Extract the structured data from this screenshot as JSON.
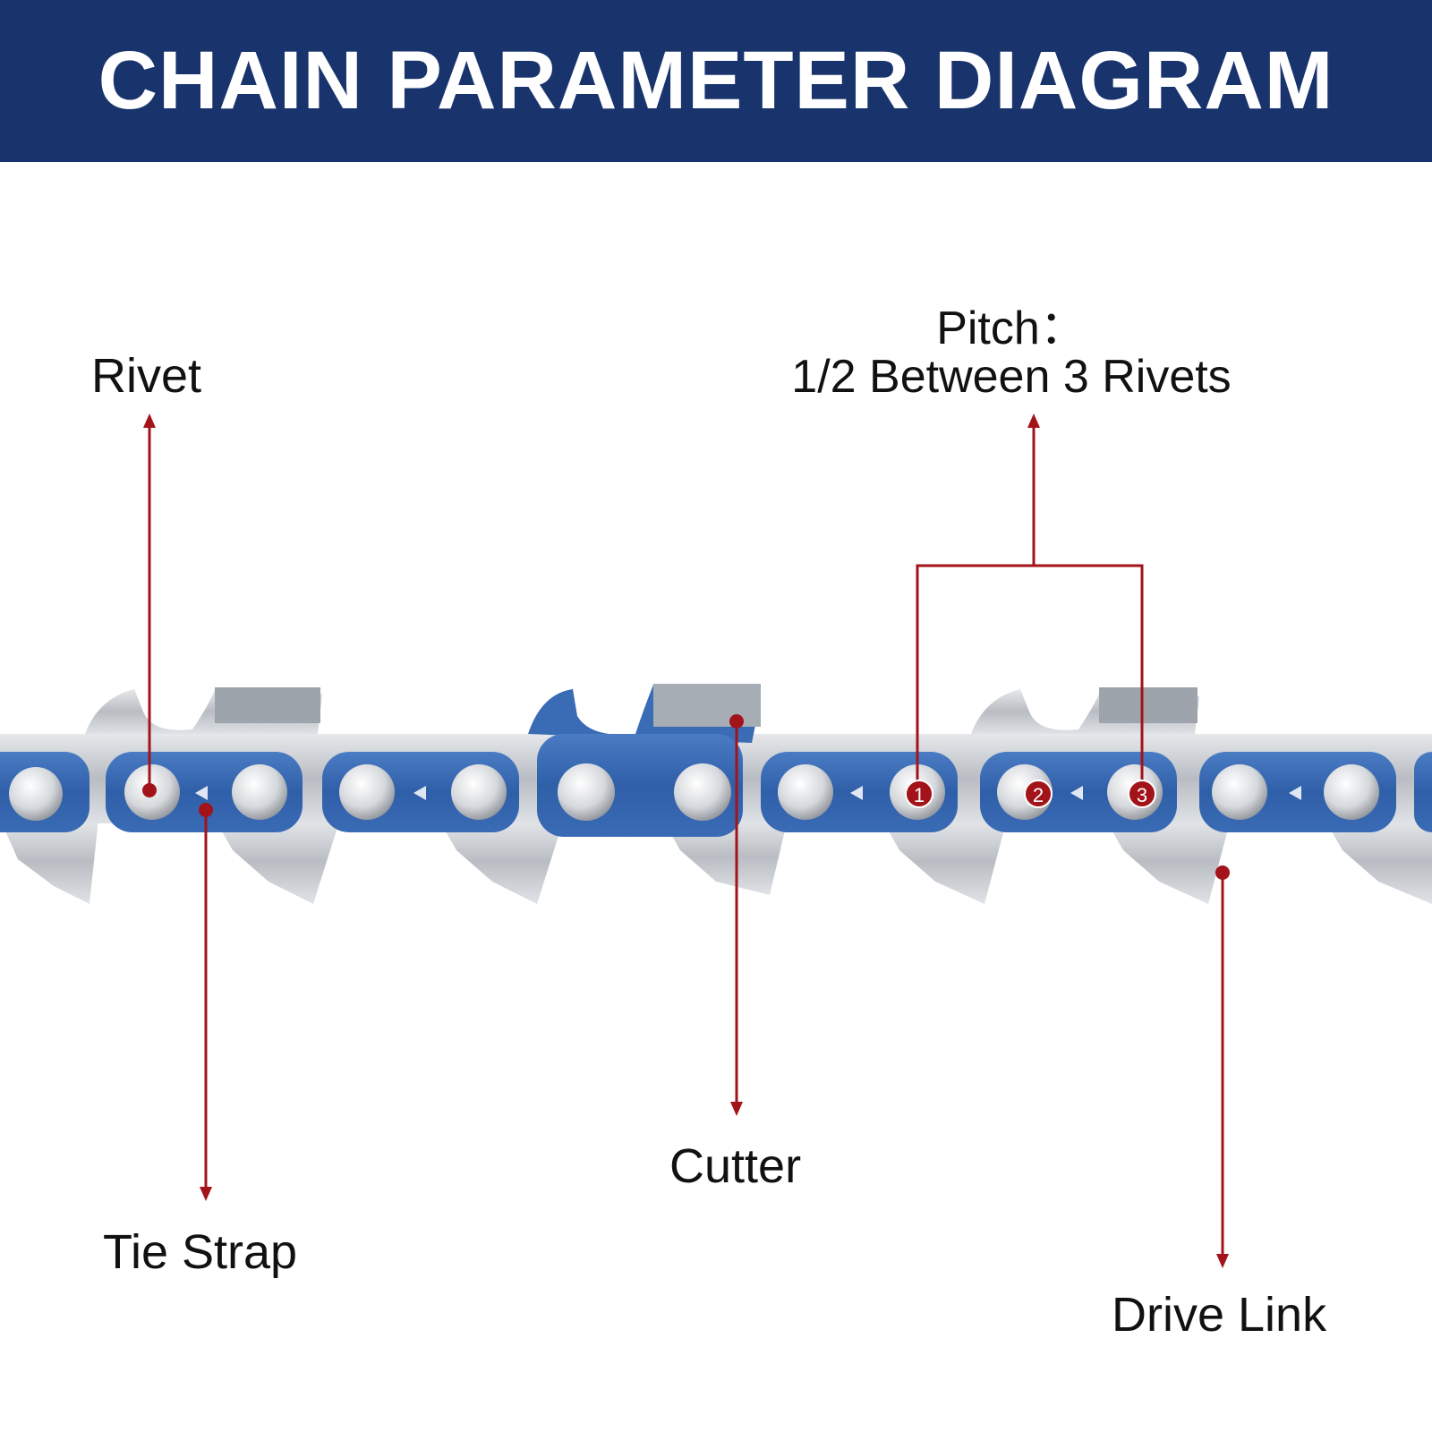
{
  "header": {
    "title": "CHAIN PARAMETER DIAGRAM"
  },
  "labels": {
    "rivet": "Rivet",
    "pitch_title": "Pitch：",
    "pitch_value": "1/2 Between 3 Rivets",
    "tie_strap": "Tie Strap",
    "cutter": "Cutter",
    "drive_link": "Drive Link"
  },
  "rivet_markers": [
    "1",
    "2",
    "3"
  ],
  "colors": {
    "header_bg": "#19336d",
    "header_text": "#ffffff",
    "pointer": "#a3131a",
    "link_blue": "#2f5fa8",
    "steel": "#c9ccd1"
  }
}
